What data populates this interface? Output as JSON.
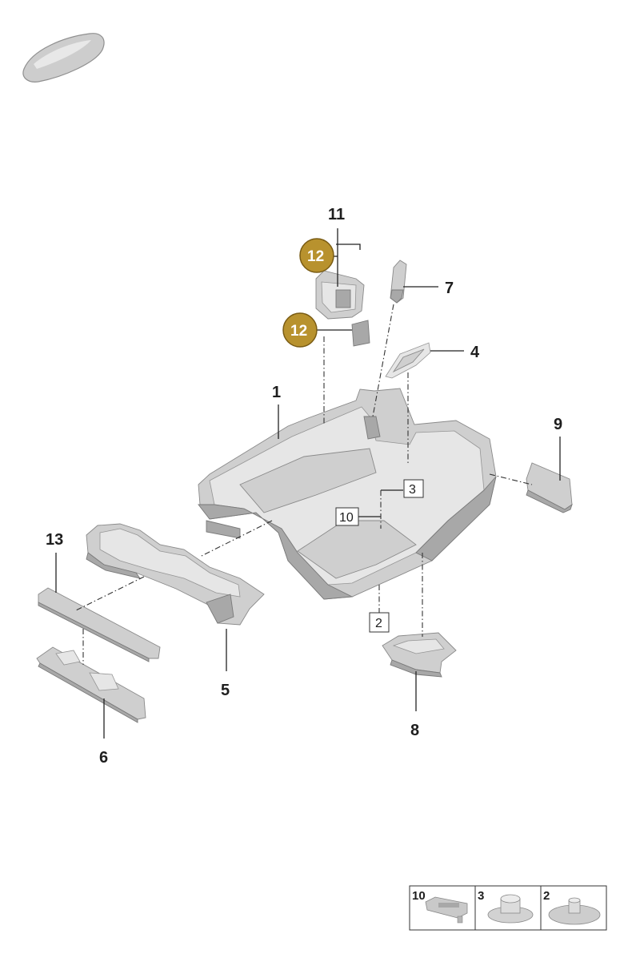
{
  "callouts": {
    "p1": "1",
    "p2": "2",
    "p3": "3",
    "p4": "4",
    "p5": "5",
    "p6": "6",
    "p7": "7",
    "p8": "8",
    "p9": "9",
    "p10": "10",
    "p11": "11",
    "p12a": "12",
    "p12b": "12",
    "p13": "13"
  },
  "legend": {
    "item_10": "10",
    "item_3": "3",
    "item_2": "2"
  },
  "colors": {
    "badge": "#b8922e",
    "badge_border": "#7a5c14",
    "part": "#cfcfcf"
  },
  "icons": {
    "vehicle": "car-thumbnail-icon"
  }
}
